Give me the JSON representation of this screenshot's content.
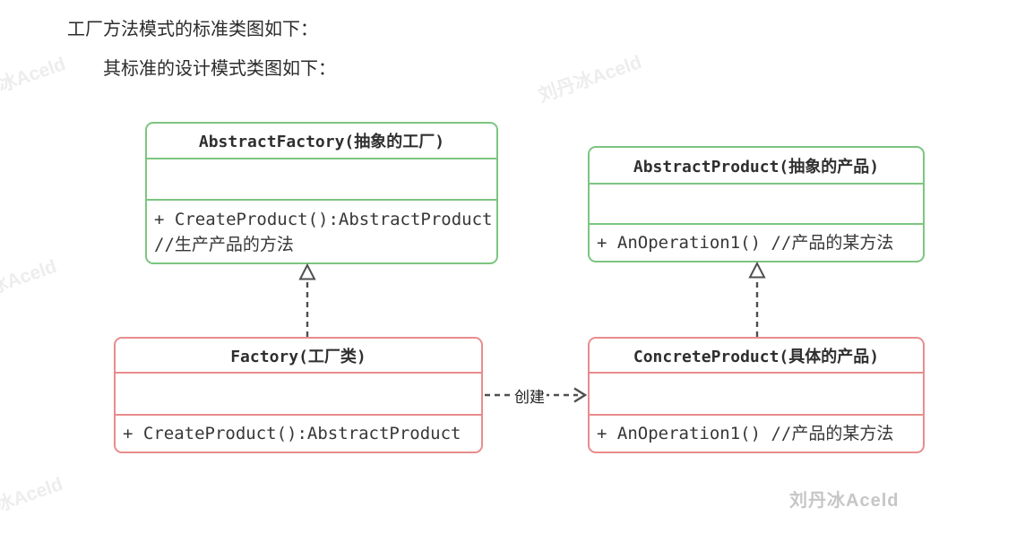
{
  "page": {
    "title_line1": "工厂方法模式的标准类图如下：",
    "title_line2": "其标准的设计模式类图如下："
  },
  "diagram": {
    "classes": [
      {
        "name": "AbstractFactory",
        "title": "AbstractFactory(抽象的工厂)",
        "stereotype": "abstract",
        "attributes": [],
        "methods": [
          "+ CreateProduct():AbstractProduct",
          "//生产产品的方法"
        ]
      },
      {
        "name": "AbstractProduct",
        "title": "AbstractProduct(抽象的产品)",
        "stereotype": "abstract",
        "attributes": [],
        "methods": [
          "+ AnOperation1() //产品的某方法"
        ]
      },
      {
        "name": "Factory",
        "title": "Factory(工厂类)",
        "stereotype": "concrete",
        "attributes": [],
        "methods": [
          "+ CreateProduct():AbstractProduct"
        ]
      },
      {
        "name": "ConcreteProduct",
        "title": "ConcreteProduct(具体的产品)",
        "stereotype": "concrete",
        "attributes": [],
        "methods": [
          "+ AnOperation1() //产品的某方法"
        ]
      }
    ],
    "relations": [
      {
        "type": "realization",
        "from": "Factory",
        "to": "AbstractFactory",
        "label": ""
      },
      {
        "type": "realization",
        "from": "ConcreteProduct",
        "to": "AbstractProduct",
        "label": ""
      },
      {
        "type": "dependency",
        "from": "Factory",
        "to": "ConcreteProduct",
        "label": "创建"
      }
    ]
  },
  "watermark": {
    "tile_text": "刘丹冰Aceld",
    "signature": "刘丹冰Aceld"
  },
  "colors": {
    "abstract_border": "#7cc581",
    "concrete_border": "#e98c8c",
    "arrow": "#4f4f4f",
    "watermark_faint": "#ededed",
    "signature": "#c6c6c6"
  }
}
